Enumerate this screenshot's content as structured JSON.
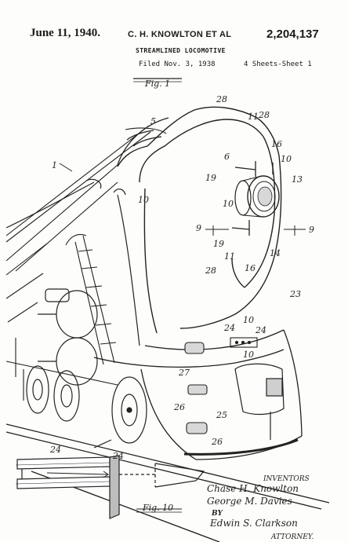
{
  "header": {
    "date": "June 11, 1940.",
    "inventor": "C. H. KNOWLTON ET AL",
    "patent_number": "2,204,137",
    "title": "STREAMLINED LOCOMOTIVE",
    "filed": "Filed Nov. 3, 1938",
    "sheets": "4 Sheets-Sheet 1"
  },
  "figures": {
    "fig1": "Fig. 1",
    "fig10": "Fig. 10"
  },
  "reference_numerals": {
    "n1": "1",
    "n5": "5",
    "n6": "6",
    "n9a": "9",
    "n9b": "9",
    "n10a": "10",
    "n10b": "10",
    "n10c": "10",
    "n10d": "10",
    "n10e": "10",
    "n11a": "11",
    "n11b": "11",
    "n13": "13",
    "n14": "14",
    "n16a": "16",
    "n16b": "16",
    "n19a": "19",
    "n19b": "19",
    "n23": "23",
    "n24a": "24",
    "n24b": "24",
    "n24c": "24",
    "n24d": "24",
    "n25": "25",
    "n26a": "26",
    "n26b": "26",
    "n27": "27",
    "n28a": "28",
    "n28b": "28",
    "n28c": "28"
  },
  "signatures": {
    "inventors_label": "INVENTORS",
    "inventor_1": "Chase H. Knowlton",
    "inventor_2": "George M. Davies",
    "by": "BY",
    "attorney_name": "Edwin S. Clarkson",
    "attorney_label": "ATTORNEY."
  }
}
